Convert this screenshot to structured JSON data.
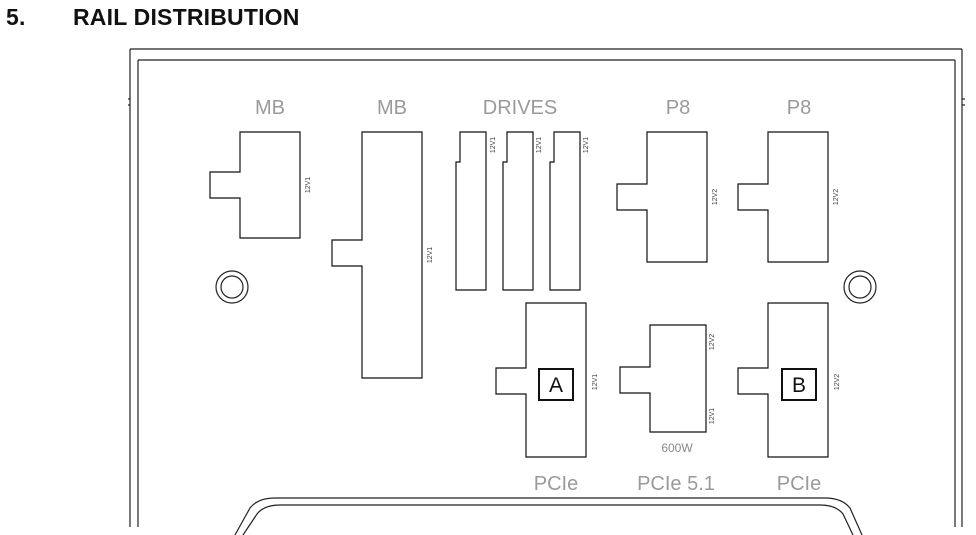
{
  "heading": {
    "number": "5.",
    "title": "RAIL DISTRIBUTION"
  },
  "connectors": {
    "mb_24pin": {
      "label": "MB",
      "rail": "12V1"
    },
    "mb_8pin": {
      "label": "MB",
      "rail": "12V1"
    },
    "drives": {
      "label": "DRIVES",
      "rails": [
        "12V1",
        "12V1",
        "12V1"
      ]
    },
    "p8_left": {
      "label": "P8",
      "rail": "12V2"
    },
    "p8_right": {
      "label": "P8",
      "rail": "12V2"
    },
    "pcie_a": {
      "label": "PCIe",
      "letter": "A",
      "rail": "12V1"
    },
    "pcie_5_1": {
      "label": "PCIe 5.1",
      "rail_top": "12V2",
      "rail_bottom": "12V1",
      "wattage": "600W"
    },
    "pcie_b": {
      "label": "PCIe",
      "letter": "B",
      "rail": "12V2"
    }
  }
}
